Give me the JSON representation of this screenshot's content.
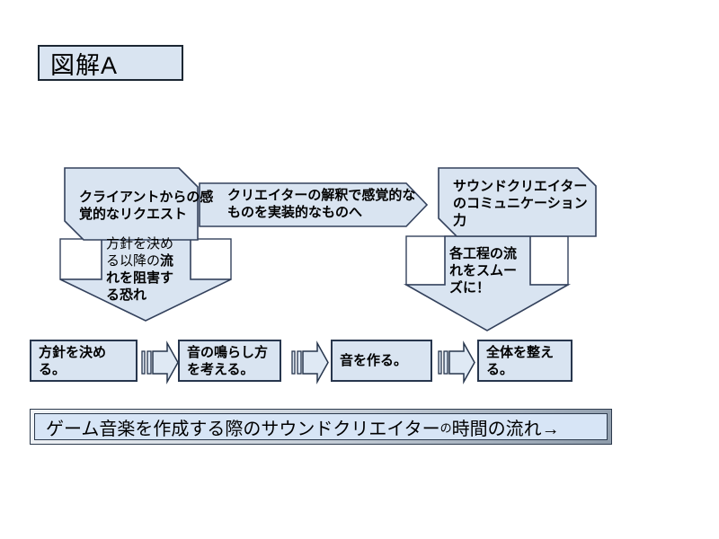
{
  "slide": {
    "title": "図解A",
    "top_row": {
      "left_callout": "クライアントからの感覚的なリクエスト",
      "center_arrow": "クリエイターの解釈で感覚的なものを実装的なものへ",
      "right_callout": "サウンドクリエイターのコミュニケーション力"
    },
    "down_arrows": {
      "left_normal": "方針を決める以降の",
      "left_bold": "流れを阻害する恐れ",
      "right": "各工程の流れをスムーズに！"
    },
    "flow_steps": [
      "方針を決める。",
      "音の鳴らし方を考える。",
      "音を作る。",
      "全体を整える。"
    ],
    "banner": {
      "text_main": "ゲーム音楽を作成する際のサウンドクリエイター",
      "text_particle": "の",
      "text_tail": "時間の流れ→"
    },
    "colors": {
      "shape_fill": "#d9e4f1",
      "shape_border": "#33415c",
      "striped_arrow_fill": "#dfe9f4",
      "banner_fill": "#d7e5f6",
      "backdrop_fill": "#ffffff",
      "text": "#000000"
    }
  }
}
